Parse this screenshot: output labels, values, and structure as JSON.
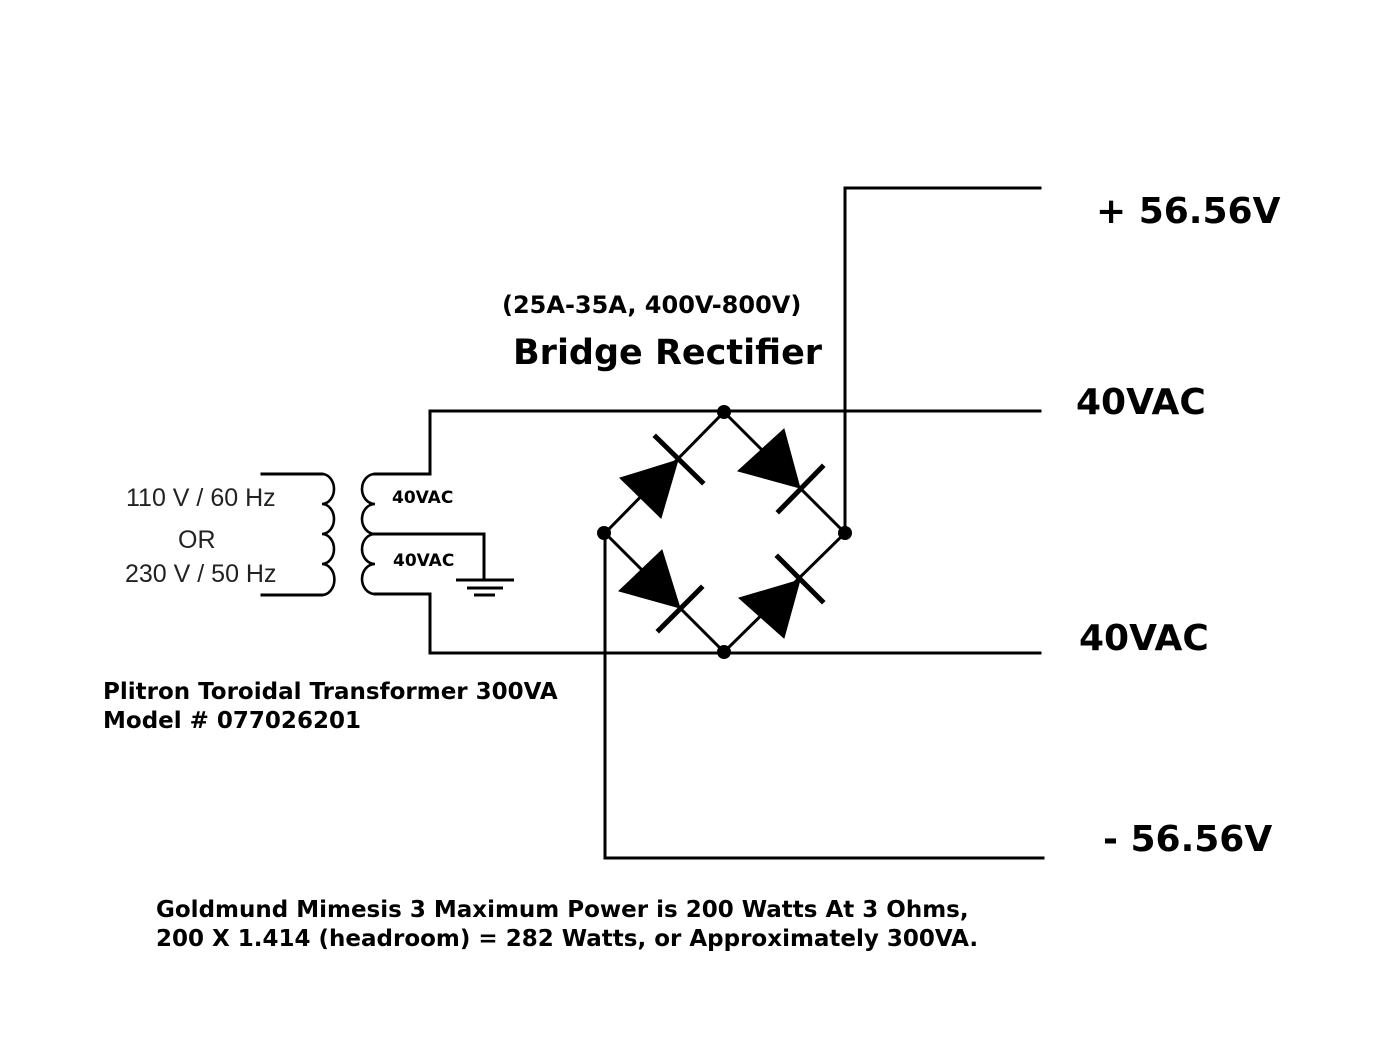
{
  "rectifier": {
    "rating": "(25A-35A, 400V-800V)",
    "title": "Bridge Rectifier"
  },
  "outputs": {
    "positive": "+ 56.56V",
    "ac_top": "40VAC",
    "ac_bottom": "40VAC",
    "negative": "- 56.56V"
  },
  "transformer": {
    "primary_line1": "110 V / 60 Hz",
    "primary_or": "OR",
    "primary_line2": "230 V / 50 Hz",
    "secondary_top": "40VAC",
    "secondary_bottom": "40VAC",
    "name": "Plitron Toroidal Transformer 300VA",
    "model": "Model # 077026201"
  },
  "note": {
    "line1": "Goldmund Mimesis 3 Maximum Power is 200 Watts At 3 Ohms,",
    "line2": "200 X 1.414 (headroom) = 282 Watts, or Approximately 300VA."
  }
}
